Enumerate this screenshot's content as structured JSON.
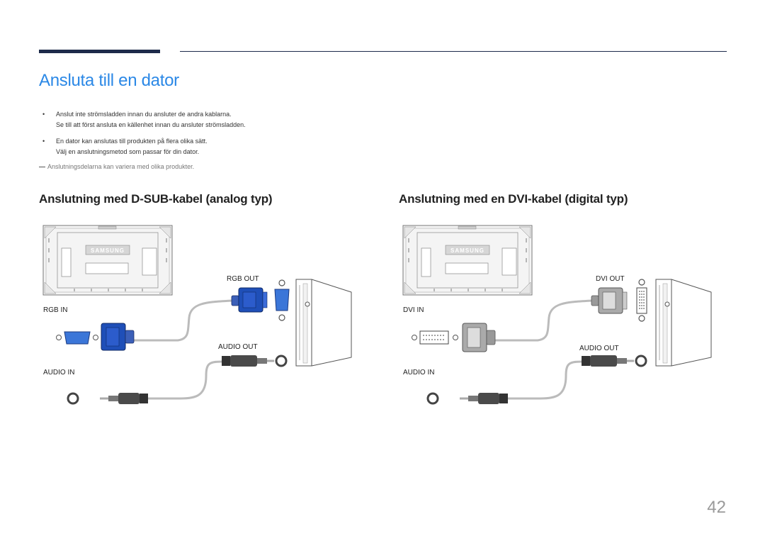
{
  "header": {
    "title": "Ansluta till en dator"
  },
  "bullets": [
    {
      "line1": "Anslut inte strömsladden innan du ansluter de andra kablarna.",
      "line2": "Se till att först ansluta en källenhet innan du ansluter strömsladden."
    },
    {
      "line1": "En dator kan anslutas till produkten på flera olika sätt.",
      "line2": "Välj en anslutningsmetod som passar för din dator."
    }
  ],
  "note": "Anslutningsdelarna kan variera med olika produkter.",
  "sections": {
    "dsub": {
      "title": "Anslutning med D-SUB-kabel (analog typ)",
      "pc_out_label": "RGB OUT",
      "display_in_label": "RGB IN",
      "audio_out_label": "AUDIO OUT",
      "audio_in_label": "AUDIO IN",
      "brand": "SAMSUNG",
      "connector_color": "#1f4fb8"
    },
    "dvi": {
      "title": "Anslutning med en DVI-kabel (digital typ)",
      "pc_out_label": "DVI OUT",
      "display_in_label": "DVI IN",
      "audio_out_label": "AUDIO OUT",
      "audio_in_label": "AUDIO IN",
      "brand": "SAMSUNG",
      "connector_color": "#aaaaaa"
    }
  },
  "footer": {
    "page_number": "42"
  }
}
